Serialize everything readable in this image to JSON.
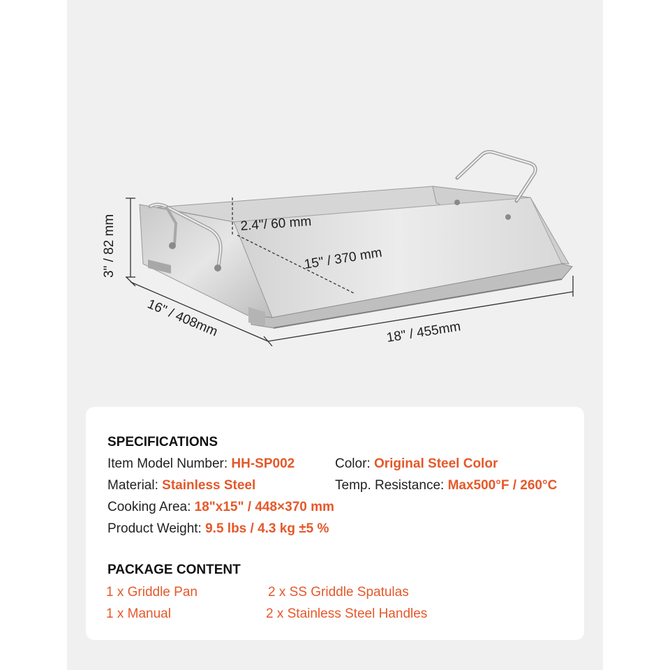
{
  "colors": {
    "background": "#f0f0f0",
    "card": "#ffffff",
    "accent": "#e5582a",
    "text": "#222222"
  },
  "dimensions": {
    "height": "3\" / 82 mm",
    "depth_inner": "2.4\"/ 60 mm",
    "inner_length": "15\" / 370 mm",
    "length": "18\" / 455mm",
    "width": "16\" / 408mm"
  },
  "specifications": {
    "heading": "SPECIFICATIONS",
    "model_label": "Item Model Number: ",
    "model_value": "HH-SP002",
    "color_label": "Color: ",
    "color_value": "Original Steel Color",
    "material_label": "Material: ",
    "material_value": "Stainless Steel",
    "temp_label": "Temp. Resistance: ",
    "temp_value": "Max500°F / 260°C",
    "area_label": "Cooking Area: ",
    "area_value": "18\"x15\" / 448×370 mm",
    "weight_label": "Product Weight: ",
    "weight_value": "9.5 lbs / 4.3 kg ±5 %"
  },
  "package": {
    "heading": "PACKAGE CONTENT",
    "items": [
      "1 x Griddle Pan",
      "2 x SS Griddle Spatulas",
      "1 x Manual",
      "2 x Stainless Steel Handles"
    ]
  }
}
